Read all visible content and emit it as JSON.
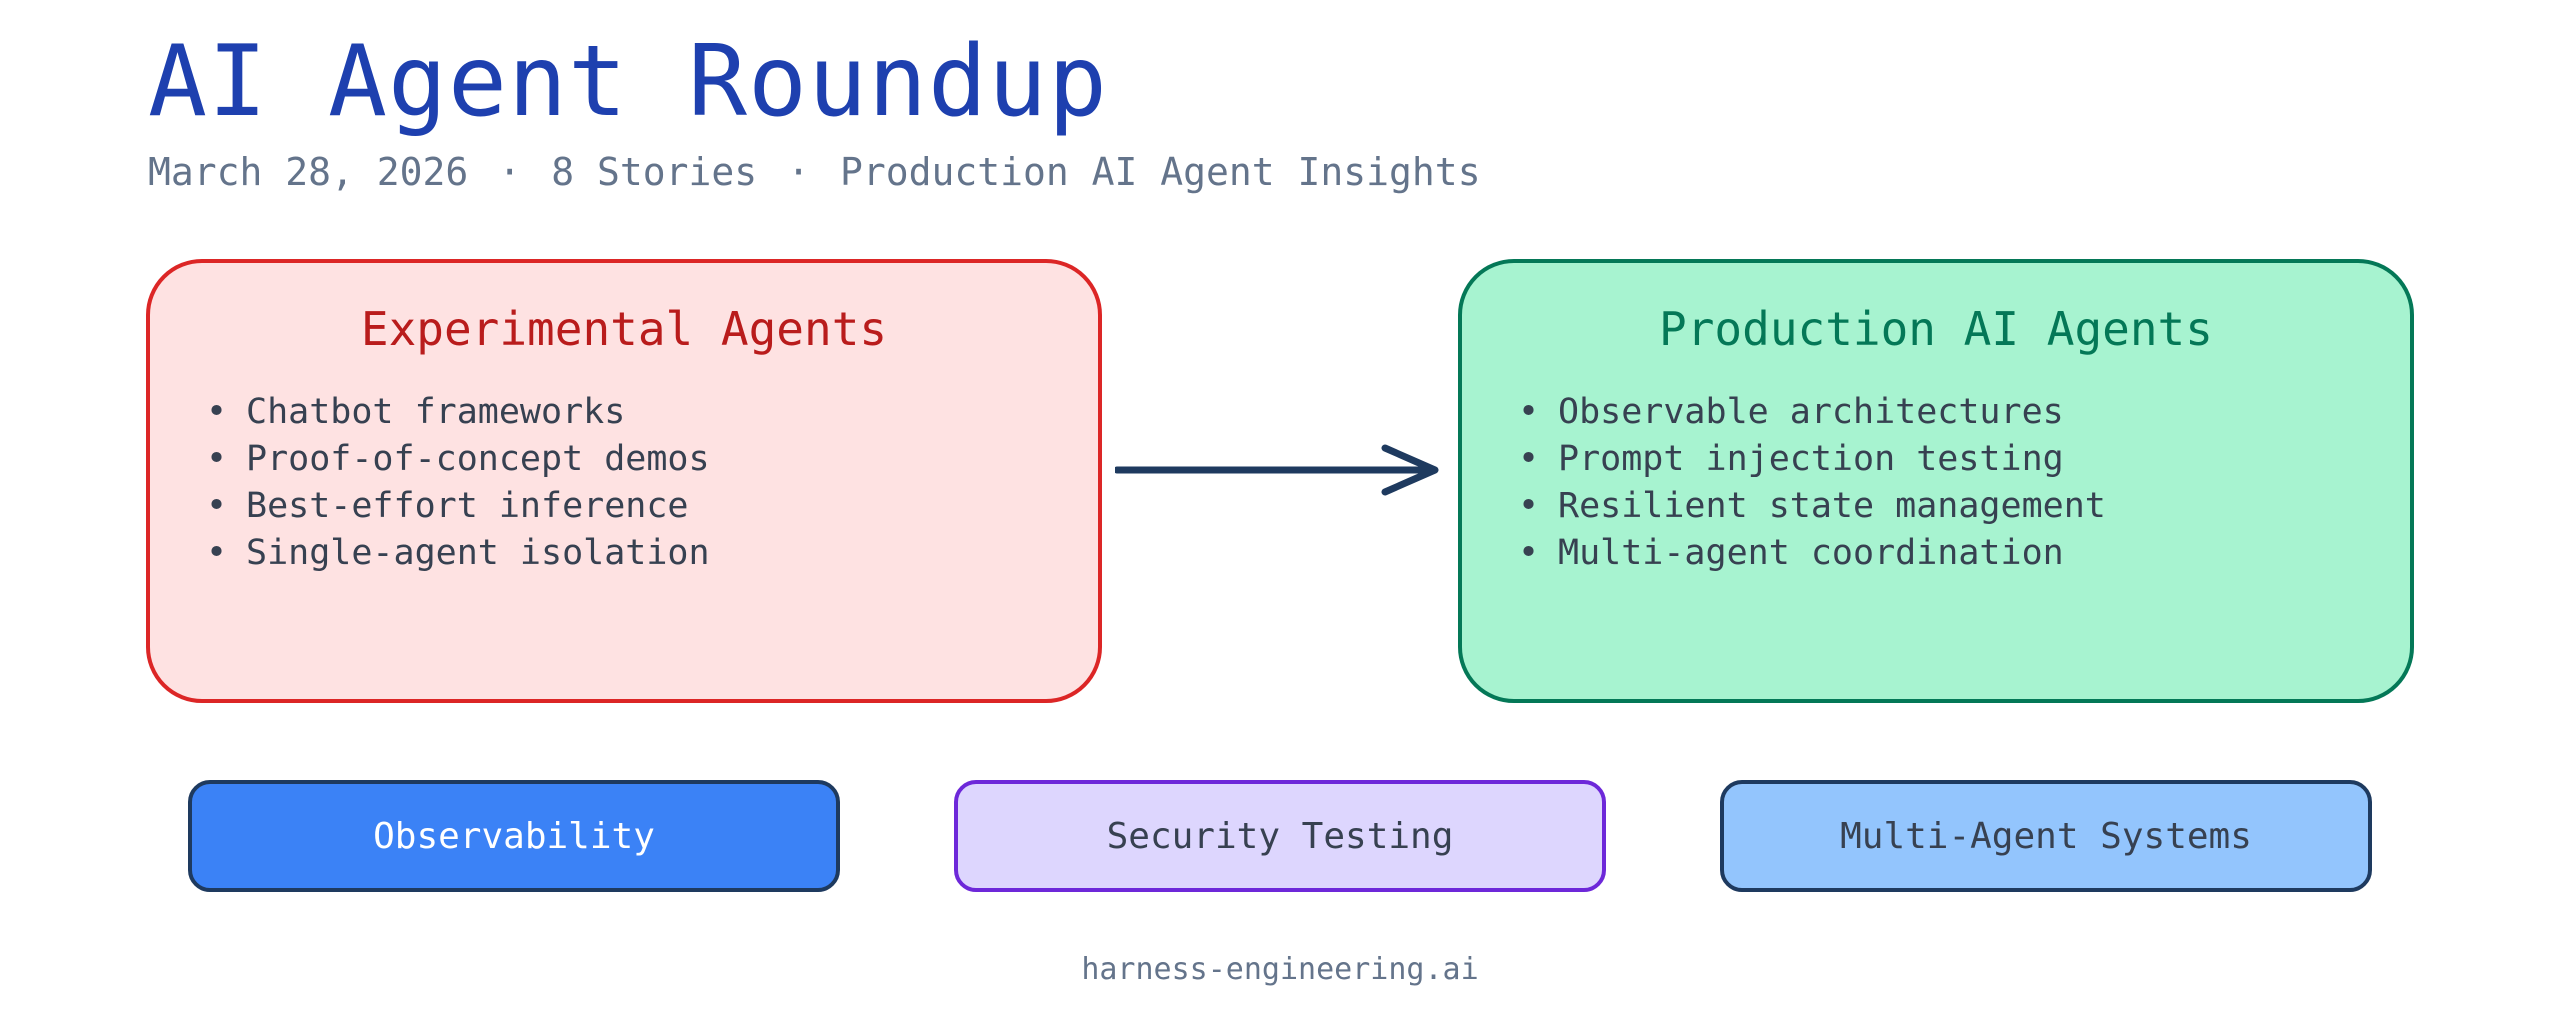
{
  "header": {
    "title": "AI Agent Roundup",
    "date": "March 28, 2026",
    "separator": "·",
    "stories": "8 Stories",
    "tagline": "Production AI Agent Insights"
  },
  "panels": [
    {
      "title": "Experimental Agents",
      "items": [
        "Chatbot frameworks",
        "Proof-of-concept demos",
        "Best-effort inference",
        "Single-agent isolation"
      ]
    },
    {
      "title": "Production AI Agents",
      "items": [
        "Observable architectures",
        "Prompt injection testing",
        "Resilient state management",
        "Multi-agent coordination"
      ]
    }
  ],
  "bullet": "•",
  "tags": [
    "Observability",
    "Security Testing",
    "Multi-Agent Systems"
  ],
  "footer": "harness-engineering.ai",
  "colors": {
    "title": "#1e40af",
    "muted": "#64748b",
    "experimental_fill": "#fee2e2",
    "experimental_border": "#dc2626",
    "production_fill": "#a7f3d0",
    "production_border": "#047857",
    "arrow": "#1e3a5f",
    "tag_observability": "#3b82f6",
    "tag_security": "#ddd6fe",
    "tag_multiagent": "#93c5fd"
  }
}
